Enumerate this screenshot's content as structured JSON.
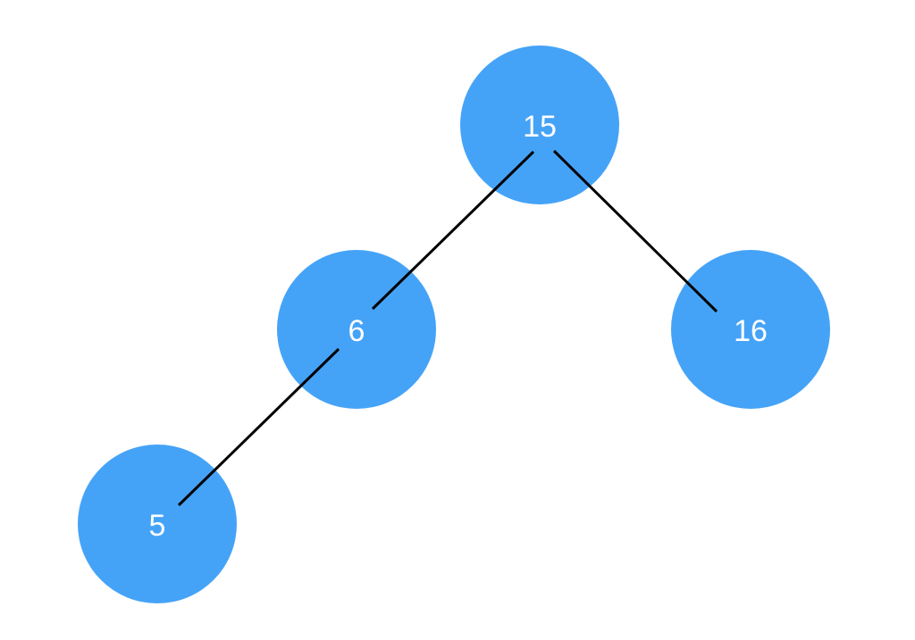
{
  "diagram": {
    "type": "binary-tree",
    "node_color": "#45A3F7",
    "edge_color": "#000000",
    "label_color": "#FFFFFF",
    "nodes": [
      {
        "id": "n15",
        "label": "15"
      },
      {
        "id": "n6",
        "label": "6"
      },
      {
        "id": "n16",
        "label": "16"
      },
      {
        "id": "n5",
        "label": "5"
      }
    ],
    "edges": [
      {
        "from": "n15",
        "to": "n6"
      },
      {
        "from": "n15",
        "to": "n16"
      },
      {
        "from": "n6",
        "to": "n5"
      }
    ]
  }
}
